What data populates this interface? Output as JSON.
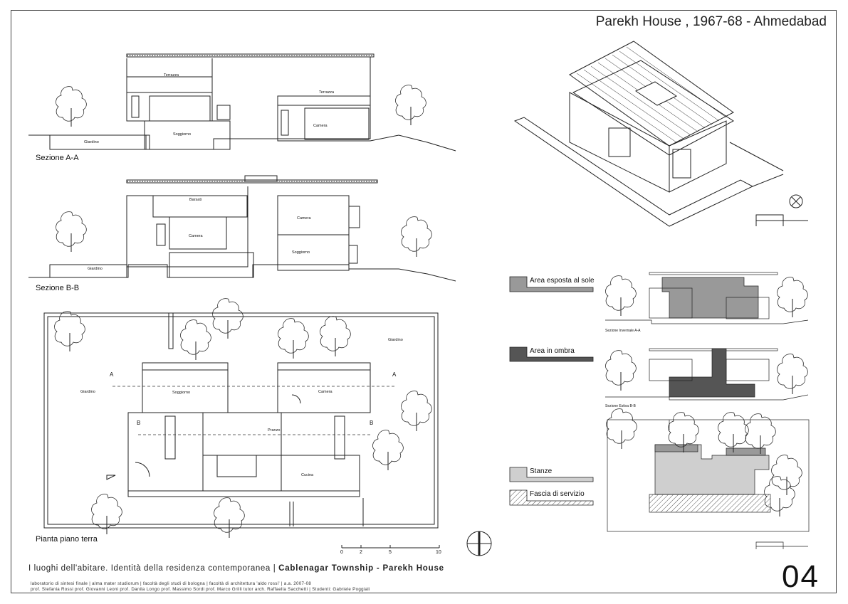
{
  "header": {
    "title": "Parekh House , 1967-68 - Ahmedabad"
  },
  "sections": {
    "a_label": "Sezione A-A",
    "b_label": "Sezione B-B",
    "plan_label": "Pianta piano terra"
  },
  "rooms": {
    "terrazza": "Terrazza",
    "soggiorno": "Soggiorno",
    "camera": "Camera",
    "giardino": "Giardino",
    "barsati": "Barsati",
    "pranzo": "Pranzo",
    "cucina": "Cucina"
  },
  "cut_markers": {
    "a": "A",
    "b": "B"
  },
  "scale": {
    "ticks": [
      "0",
      "2",
      "5",
      "10"
    ]
  },
  "legend": {
    "sun": "Area esposta al sole",
    "shade": "Area in ombra",
    "rooms": "Stanze",
    "service": "Fascia di servizio",
    "colors": {
      "sun": "#999999",
      "shade": "#555555",
      "rooms": "#cfcfcf",
      "service": "#888888"
    }
  },
  "captions": {
    "winter": "Sezione Invernale A-A",
    "summer": "Sezione Estiva B-B"
  },
  "footer": {
    "main": "I luoghi dell'abitare. Identità della residenza contemporanea  |  ",
    "main_bold": "Cablenagar Township - Parekh House",
    "line1": "laboratorio di sintesi finale  |  alma mater studiorum  |  facoltà degli studi di bologna  |  facoltà di architettura 'aldo rossi'  |  a.a. 2007-08",
    "line2": "prof. Stefania Rossi    prof. Giovanni Leoni    prof. Danila Longo    prof. Massimo Sordi    prof. Marco Grilli    tutor arch. Raffaella Sacchetti  |  Studenti:  Gabriele Poggiali",
    "sheet_number": "04"
  },
  "icons": [
    "tree-icon",
    "north-arrow-icon",
    "section-symbol-icon"
  ]
}
